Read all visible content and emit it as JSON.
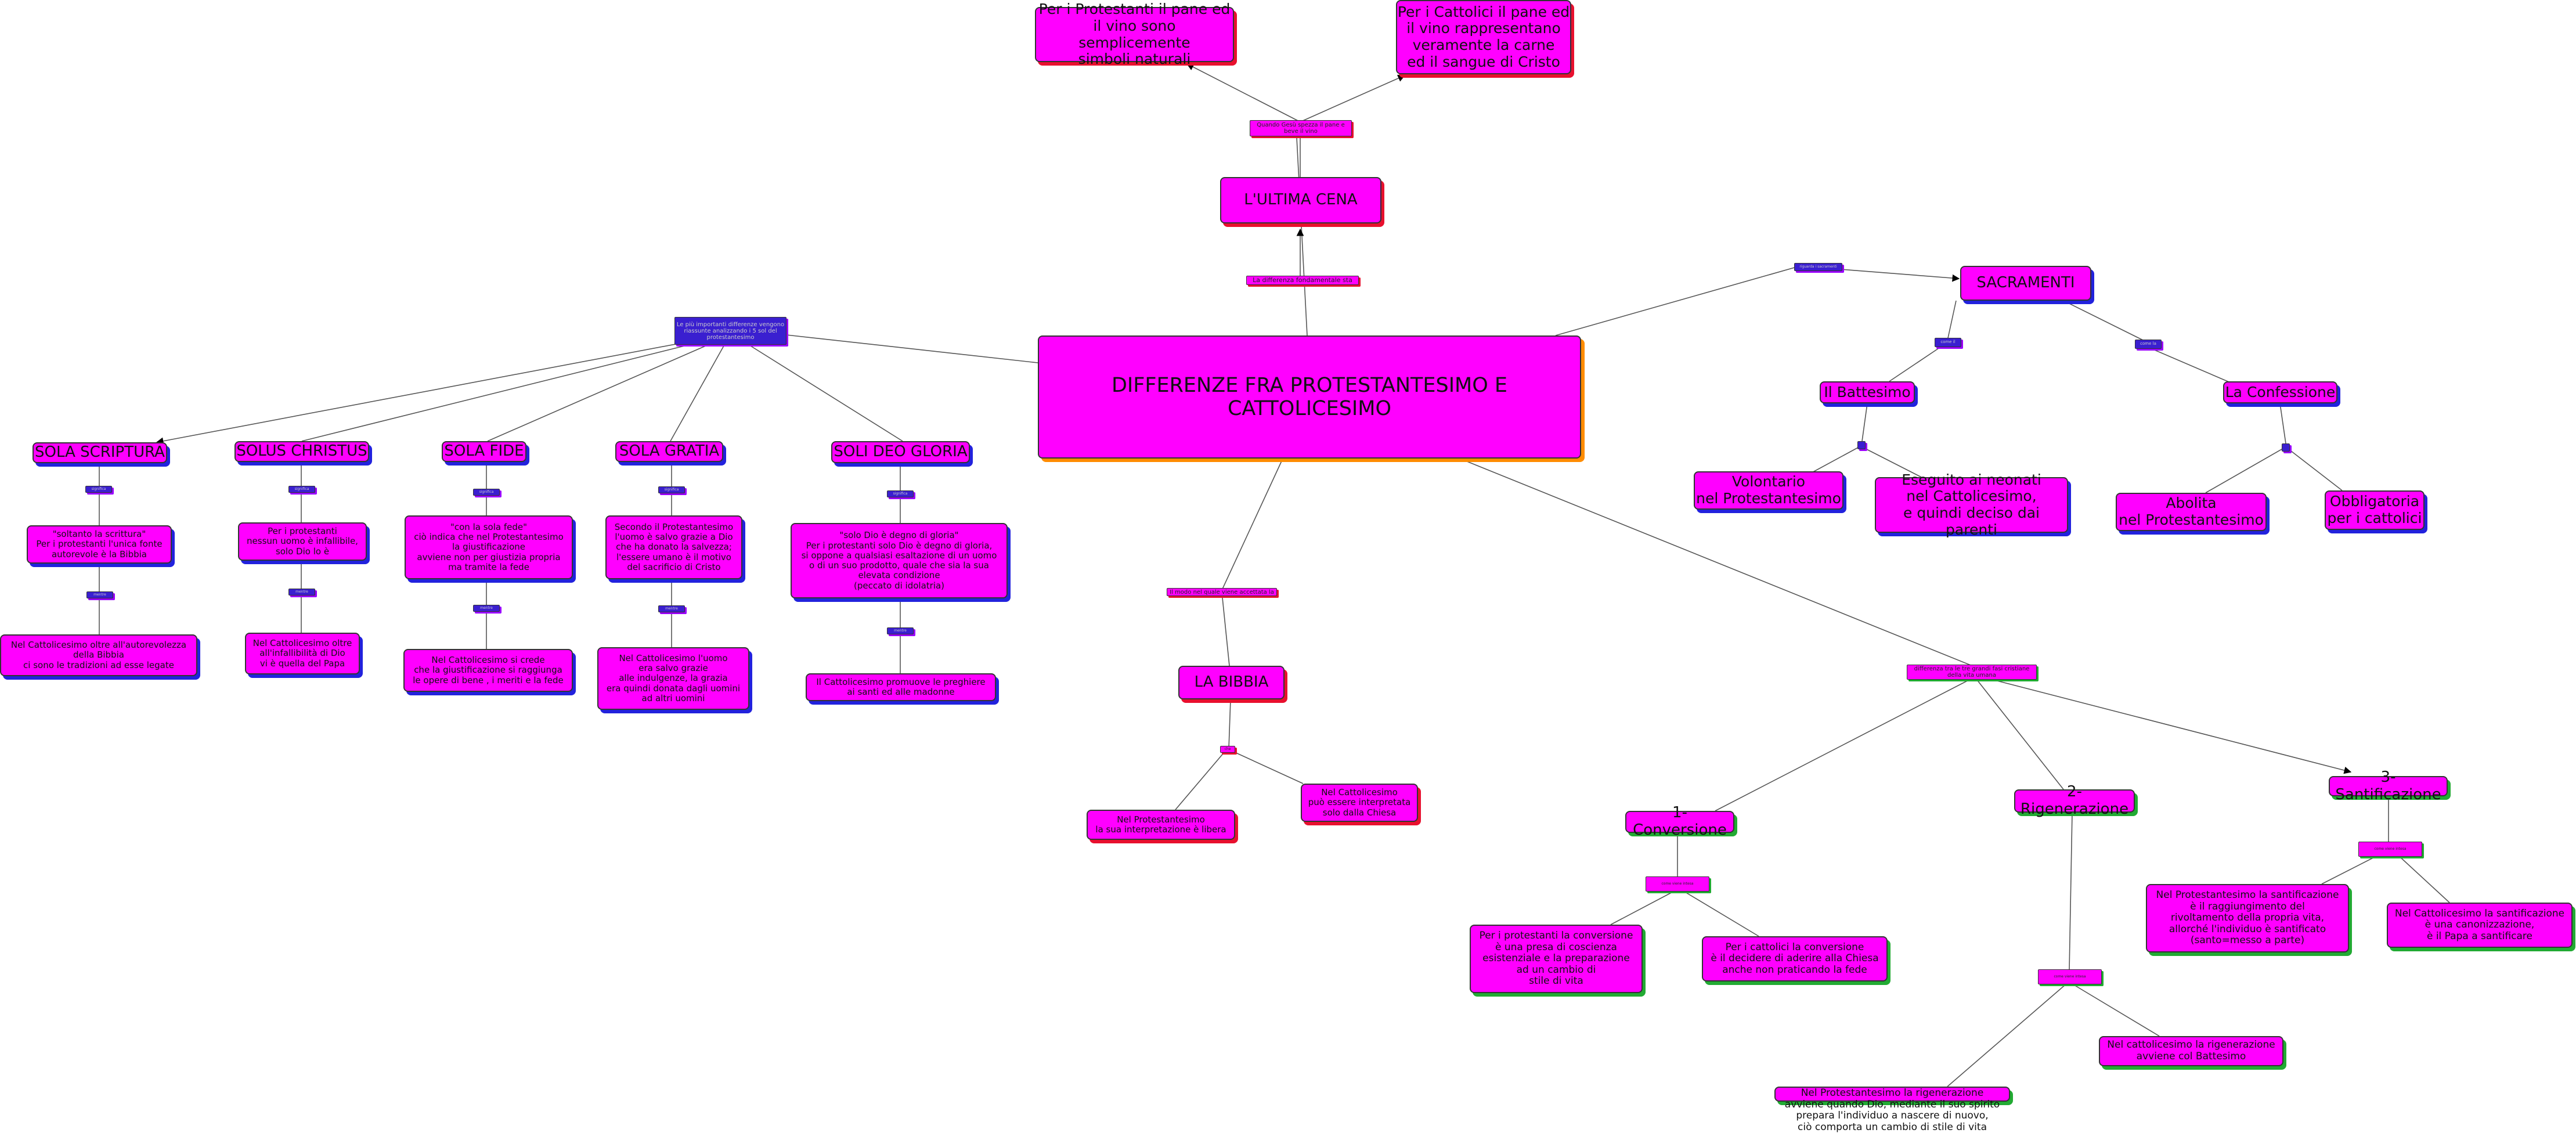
{
  "center": "DIFFERENZE FRA PROTESTANTESIMO E CATTOLICESIMO",
  "links": {
    "principi": "Le più importanti differenze vengono riassunte analizzando i 5 sol del protestantesimo",
    "cena_link": "La differenza fondamentale sta",
    "cena_sub": "Quando Gesù spezza il pane e beve il vino",
    "sacramenti_link": "riguarda i sacramenti",
    "bibbia_link": "Il modo nel quale viene accettata la",
    "santificazione_link": "differenza tra le tre grandi fasi cristiane della vita umana",
    "battesimo_link": "come il",
    "confessione_link": "come la",
    "bibbia_sub": "che",
    "conversione_sub": "come viene intesa",
    "rigenerazione_sub": "come viene intesa",
    "santificazione_sub": "come viene intesa",
    "sola_scriptura_1": "significa",
    "sola_scriptura_2": "mentre",
    "solus_christus_1": "significa",
    "solus_christus_2": "mentre",
    "sola_fide_1": "significa",
    "sola_fide_2": "mentre",
    "sola_gratia_1": "significa",
    "sola_gratia_2": "mentre",
    "soli_deo_1": "significa",
    "soli_deo_2": "mentre"
  },
  "nodes": {
    "ultima_cena": "L'ULTIMA CENA",
    "protestanti_pane": "Per i Protestanti il pane ed\nil vino sono semplicemente\nsimboli naturali",
    "cattolici_pane": "Per i Cattolici il pane ed\nil vino rappresentano\nveramente la carne\ned il sangue di Cristo",
    "sacramenti": "SACRAMENTI",
    "battesimo": "Il Battesimo",
    "confessione": "La Confessione",
    "volontario": "Volontario\nnel Protestantesimo",
    "eseguito": "Eseguito ai neonati\nnel Cattolicesimo,\ne quindi deciso dai parenti",
    "abolita": "Abolita\nnel Protestantesimo",
    "obbligatoria": "Obbligatoria\nper i cattolici",
    "sola_scriptura": "SOLA SCRIPTURA",
    "solus_christus": "SOLUS CHRISTUS",
    "sola_fide": "SOLA FIDE",
    "sola_gratia": "SOLA GRATIA",
    "soli_deo_gloria": "SOLI DEO GLORIA",
    "sola_scriptura_a": "\"soltanto la scrittura\"\nPer i protestanti l'unica fonte\nautorevole è la Bibbia",
    "sola_scriptura_b": "Nel Cattolicesimo oltre all'autorevolezza\ndella Bibbia\nci sono le tradizioni ad esse legate",
    "solus_christus_a": "Per i protestanti\nnessun uomo è infallibile,\nsolo Dio lo è",
    "solus_christus_b": "Nel Cattolicesimo oltre\nall'infallibilità di Dio\nvi è quella del Papa",
    "sola_fide_a": "\"con la sola fede\"\nciò indica che nel Protestantesimo\nla giustificazione\navviene non per giustizia propria\nma tramite la fede",
    "sola_fide_b": "Nel Cattolicesimo si crede\nche la giustificazione si raggiunga\nle opere di bene , i meriti e la fede",
    "sola_gratia_a": "Secondo il Protestantesimo\nl'uomo è salvo grazie a Dio\nche ha donato la salvezza;\nl'essere umano è il motivo\ndel sacrificio di Cristo",
    "sola_gratia_b": "Nel Cattolicesimo l'uomo\nera salvo grazie\nalle indulgenze, la grazia\nera quindi donata dagli uomini\nad altri uomini",
    "soli_deo_a": "\"solo Dio è degno di gloria\"\nPer i protestanti solo Dio è degno di gloria,\nsi oppone a qualsiasi esaltazione di un uomo\no di un suo prodotto, quale che sia la sua\nelevata condizione\n(peccato di idolatria)",
    "soli_deo_b": "Il Cattolicesimo promuove le preghiere\nai santi ed alle madonne",
    "la_bibbia": "LA BIBBIA",
    "bibbia_prot": "Nel Protestantesimo\nla sua interpretazione è libera",
    "bibbia_catt": "Nel Cattolicesimo\npuò essere interpretata\nsolo dalla Chiesa",
    "conversione": "1-Conversione",
    "rigenerazione": "2-Rigenerazione",
    "santificazione": "3-Santificazione",
    "conversione_prot": "Per i protestanti la conversione\nè una presa di coscienza\nesistenziale e la preparazione\nad un cambio di\nstile di vita",
    "conversione_catt": "Per i cattolici la conversione\nè il decidere di aderire alla Chiesa\nanche non praticando la fede",
    "rigenerazione_prot": "Nel Protestantesimo la rigenerazione\navviene quando Dio, mediante il suo spirito\nprepara l'individuo a nascere di nuovo,\nciò comporta un cambio di stile di vita",
    "rigenerazione_catt": "Nel cattolicesimo la rigenerazione\navviene col Battesimo",
    "santificazione_prot": "Nel Protestantesimo la santificazione\nè il raggiungimento del\nrivoltamento della propria vita,\nallorché l'individuo è santificato\n(santo=messo a parte)",
    "santificazione_catt": "Nel Cattolicesimo la santificazione\nè una canonizzazione,\nè il Papa a santificare"
  },
  "colors": {
    "node_fill": "#ff00ff",
    "shadow_blue": "#2222dd",
    "shadow_red": "#e8102e",
    "shadow_green": "#22aa33",
    "shadow_orange": "#ff8c00",
    "edge": "#555555"
  }
}
